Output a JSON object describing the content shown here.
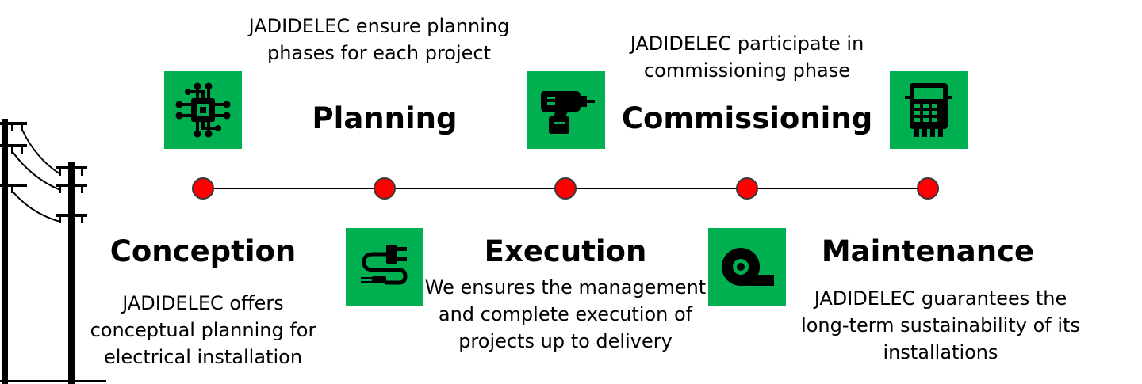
{
  "colors": {
    "icon_background": "#00b050",
    "milestone_dot": "#ff0000",
    "text": "#000000"
  },
  "stages": [
    {
      "title": "Conception",
      "description": "JADIDELEC offers conceptual planning for electrical installation",
      "icon": "circuit-chip-icon"
    },
    {
      "title": "Planning",
      "description": "JADIDELEC ensure planning phases for each project",
      "icon": "power-plug-icon"
    },
    {
      "title": "Execution",
      "description": "We ensures the management and complete execution of projects up to delivery",
      "icon": "power-drill-icon"
    },
    {
      "title": "Commissioning",
      "description": "JADIDELEC participate in commissioning phase",
      "icon": "cable-reel-icon"
    },
    {
      "title": "Maintenance",
      "description": "JADIDELEC guarantees the long-term sustainability of its installations",
      "icon": "electric-meter-icon"
    }
  ]
}
